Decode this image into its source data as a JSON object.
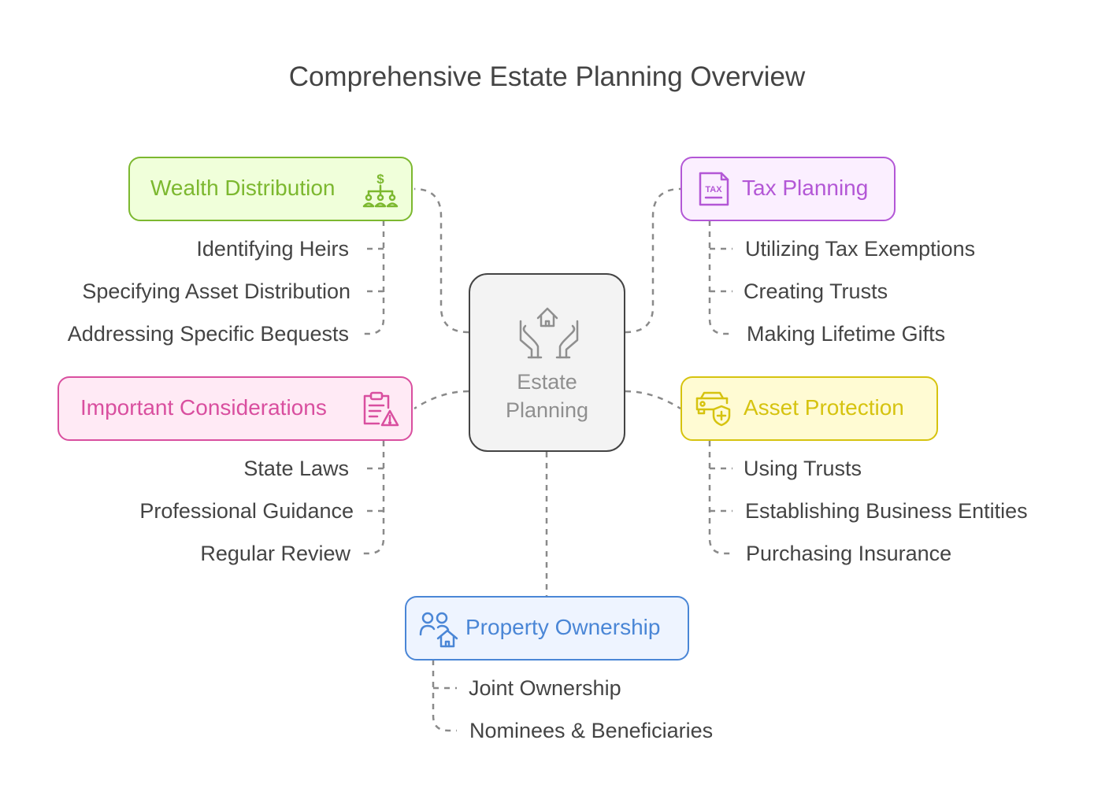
{
  "title": "Comprehensive Estate Planning Overview",
  "center": {
    "label_line1": "Estate",
    "label_line2": "Planning",
    "icon": "hands-house-icon"
  },
  "branches": {
    "wealth": {
      "label": "Wealth Distribution",
      "color": "#7cb82f",
      "fill": "#f0ffda",
      "icon": "dollar-hierarchy-icon",
      "items": [
        "Identifying Heirs",
        "Specifying Asset Distribution",
        "Addressing Specific Bequests"
      ]
    },
    "tax": {
      "label": "Tax Planning",
      "color": "#b357d6",
      "fill": "#fbefff",
      "icon": "tax-document-icon",
      "items": [
        "Utilizing Tax Exemptions",
        "Creating Trusts",
        "Making Lifetime Gifts"
      ]
    },
    "considerations": {
      "label": "Important Considerations",
      "color": "#d94f9f",
      "fill": "#ffeaf5",
      "icon": "clipboard-warning-icon",
      "items": [
        "State Laws",
        "Professional Guidance",
        "Regular Review"
      ]
    },
    "protection": {
      "label": "Asset Protection",
      "color": "#d6c30f",
      "fill": "#fffbd3",
      "icon": "car-shield-icon",
      "items": [
        "Using Trusts",
        "Establishing Business Entities",
        "Purchasing Insurance"
      ]
    },
    "property": {
      "label": "Property Ownership",
      "color": "#4a86d6",
      "fill": "#eef4ff",
      "icon": "people-house-icon",
      "items": [
        "Joint Ownership",
        "Nominees & Beneficiaries"
      ]
    }
  }
}
